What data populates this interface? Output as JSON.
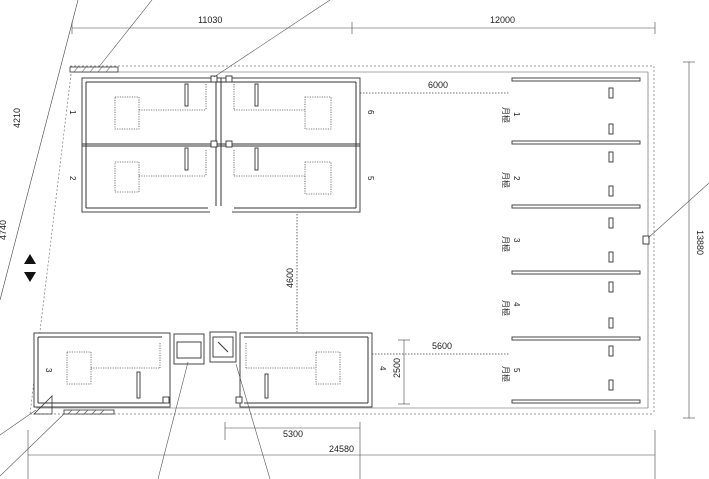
{
  "dimensions": {
    "top_left": "11030",
    "top_right": "12000",
    "right_height": "13880",
    "left_upper": "4210",
    "left_lower": "4740",
    "gap_right": "6000",
    "vertical_gap": "4600",
    "lower_gap": "5600",
    "lower_right_height": "2500",
    "bottom_mid": "5300",
    "bottom_total": "24580"
  },
  "block_numbers": {
    "upper_left_top": "1",
    "upper_left_bottom": "2",
    "upper_right_top": "6",
    "upper_right_bottom": "5",
    "lower_left": "3",
    "lower_right": "4"
  },
  "bay_labels": [
    {
      "num": "1",
      "text": "月極"
    },
    {
      "num": "2",
      "text": "月極"
    },
    {
      "num": "3",
      "text": "月極"
    },
    {
      "num": "4",
      "text": "月極"
    },
    {
      "num": "5",
      "text": "月極"
    }
  ]
}
